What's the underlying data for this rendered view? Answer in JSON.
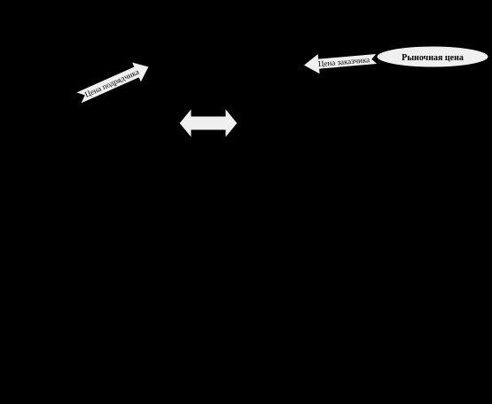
{
  "diagram": {
    "background_color": "#000000",
    "shape_fill": "#f0f0f0",
    "shape_stroke": "#000000",
    "nodes": [
      {
        "id": "market-price",
        "shape": "ellipse",
        "label": "Рыночная цена"
      }
    ],
    "arrows": [
      {
        "id": "contractor-price",
        "direction": "up-right",
        "label": "Цена подрядчика"
      },
      {
        "id": "customer-price",
        "direction": "left",
        "label": "Цена заказчика"
      },
      {
        "id": "center-double-arrow",
        "direction": "left-right",
        "label": ""
      }
    ]
  }
}
